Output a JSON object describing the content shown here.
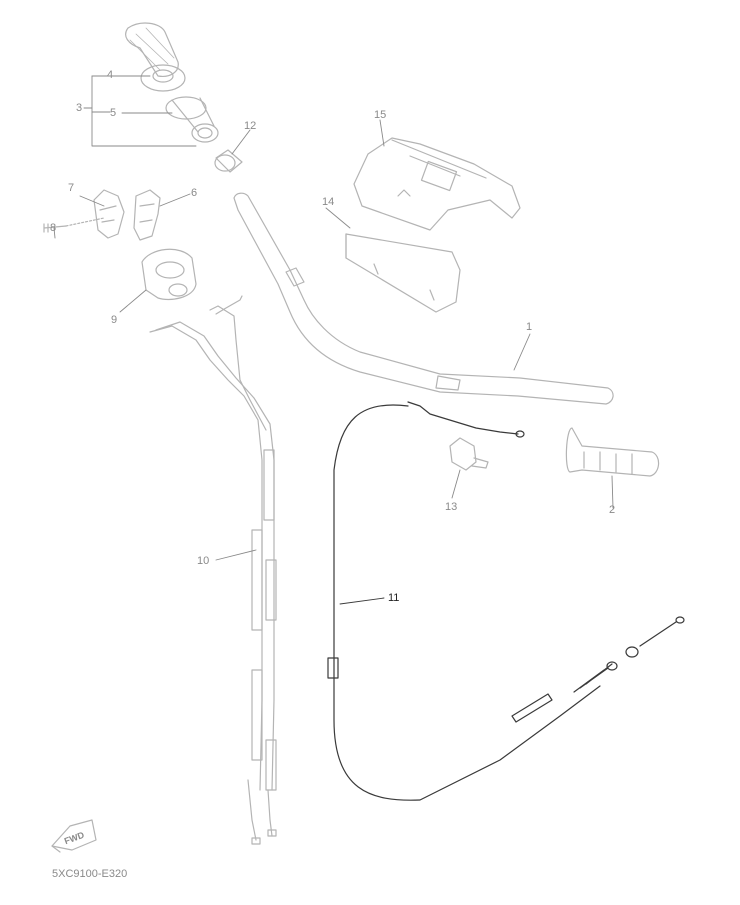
{
  "diagram": {
    "part_labels": [
      {
        "id": "1",
        "text": "1"
      },
      {
        "id": "2",
        "text": "2"
      },
      {
        "id": "3",
        "text": "3"
      },
      {
        "id": "4",
        "text": "4"
      },
      {
        "id": "5",
        "text": "5"
      },
      {
        "id": "6",
        "text": "6"
      },
      {
        "id": "7",
        "text": "7"
      },
      {
        "id": "8",
        "text": "8"
      },
      {
        "id": "9",
        "text": "9"
      },
      {
        "id": "10",
        "text": "10"
      },
      {
        "id": "11",
        "text": "11"
      },
      {
        "id": "12",
        "text": "12"
      },
      {
        "id": "13",
        "text": "13"
      },
      {
        "id": "14",
        "text": "14"
      },
      {
        "id": "15",
        "text": "15"
      }
    ],
    "fwd_label": "FWD",
    "diagram_code": "5XC9100-E320",
    "colors": {
      "ghost_line": "#b4b4b4",
      "highlight_line": "#3a3a3a",
      "label_gray": "#8a8a8a"
    }
  }
}
